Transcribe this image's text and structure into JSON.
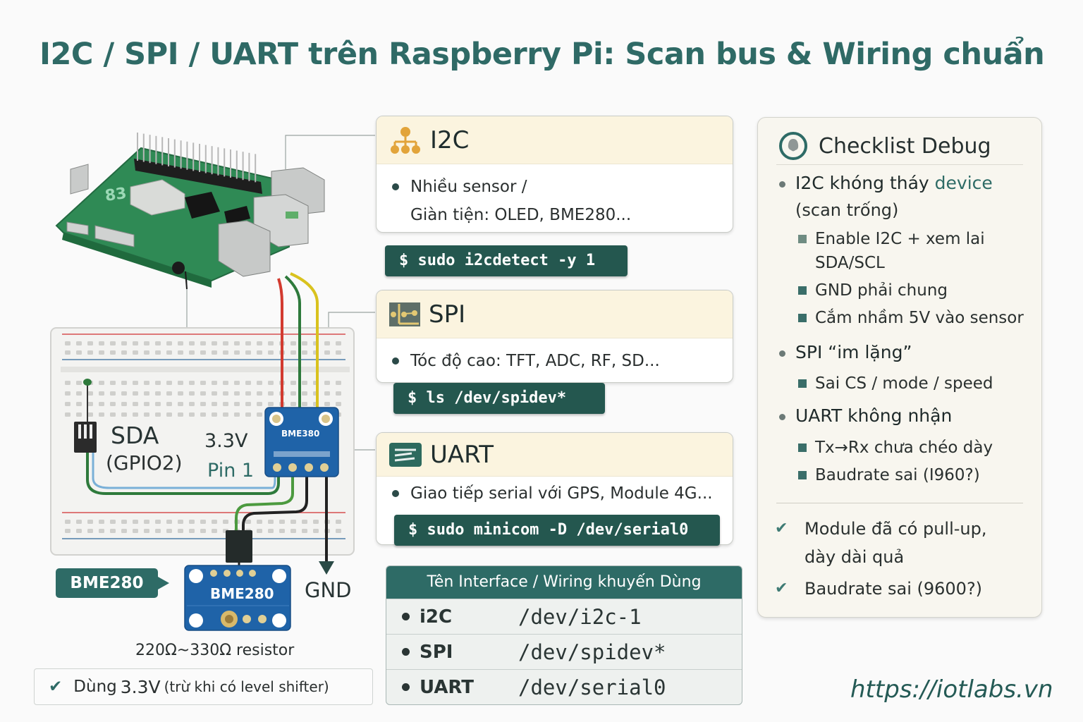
{
  "title": "I2C / SPI / UART trên Raspberry Pi: Scan bus & Wiring chuẩn",
  "interfaces": [
    {
      "name": "I2C",
      "icon": "hierarchy-icon",
      "bullets": [
        "Nhiều sensor /",
        "Giàn tiện: OLED, BME280..."
      ],
      "command": "$ sudo i2cdetect -y 1"
    },
    {
      "name": "SPI",
      "icon": "bus-icon",
      "bullets": [
        "Tóc độ cao: TFT, ADC, RF, SD..."
      ],
      "command": "$ ls /dev/spidev*"
    },
    {
      "name": "UART",
      "icon": "serial-icon",
      "bullets": [
        "Giao tiếp serial với GPS, Module 4G..."
      ],
      "command": "$ sudo minicom -D /dev/serial0"
    }
  ],
  "table": {
    "header": "Tên Interface / Wiring khuyến Dùng",
    "rows": [
      {
        "iface": "i2C",
        "device": "/dev/i2c-1"
      },
      {
        "iface": "SPI",
        "device": "/dev/spidev*"
      },
      {
        "iface": "UART",
        "device": "/dev/serial0"
      }
    ]
  },
  "checklist": {
    "title": "Checklist Debug",
    "groups": [
      {
        "title_a": "I2C khóng tháy ",
        "title_b": "device",
        "title_c": "(scan trống)",
        "items": [
          "Enable I2C  + xem lai",
          "SDA/SCL",
          "GND phải chung",
          "Cắm nhầm 5V vào sensor"
        ]
      },
      {
        "title": "SPI “im lặng”",
        "items": [
          "Sai CS / mode / speed"
        ]
      },
      {
        "title": "UART không nhận",
        "items": [
          "Tx→Rx chưa chéo dày",
          "Baudrate sai (I960?)"
        ]
      }
    ],
    "checks": [
      {
        "line1": "Module đã có pull-up,",
        "line2": "dày dài quả"
      },
      {
        "line1": "Baudrate sai (9600?)"
      }
    ]
  },
  "diagram": {
    "sda_label": "SDA",
    "gpio_label": "(GPIO2)",
    "voltage_label": "3.3V",
    "pin_label": "Pin 1",
    "module_chip_label": "BME380",
    "module_bottom_label": "BME280",
    "module_tag": "BME280",
    "gnd_label": "GND",
    "resistor_label": "220Ω~330Ω resistor",
    "note": {
      "prefix": "Dùng",
      "voltage": "3.3V",
      "suffix": "(trừ khi có level shifter)"
    }
  },
  "footer_url": "https://iotlabs.vn",
  "colors": {
    "primary": "#2e6b66",
    "card_header": "#fbf4df",
    "command_bg": "#24574f",
    "wire_red": "#d23a2f",
    "wire_green": "#2e7a3c",
    "wire_yellow": "#d9c21e",
    "pcb_green": "#2f8a55",
    "module_blue": "#1f63a8"
  }
}
